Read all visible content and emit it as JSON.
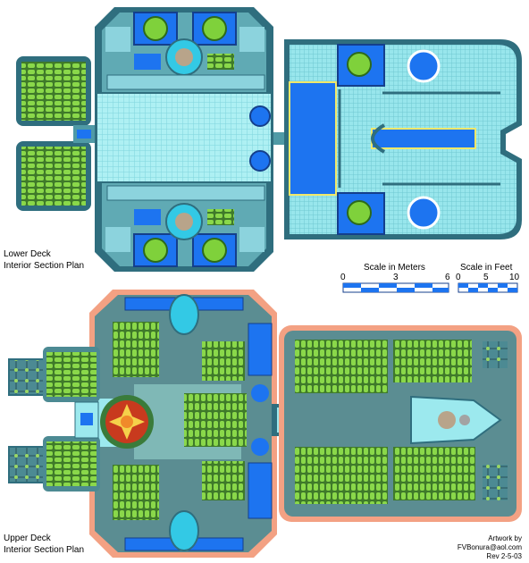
{
  "lower_deck": {
    "title": "Lower Deck",
    "subtitle": "Interior Section Plan"
  },
  "upper_deck": {
    "title": "Upper Deck",
    "subtitle": "Interior Section Plan"
  },
  "scale_meters": {
    "label": "Scale in Meters",
    "ticks": [
      "0",
      "3",
      "6"
    ]
  },
  "scale_feet": {
    "label": "Scale in Feet",
    "ticks": [
      "0",
      "5",
      "10"
    ]
  },
  "credits": {
    "line1": "Artwork by",
    "line2": "FVBonura@aol.com",
    "line3": "Rev 2-5-03"
  },
  "colors": {
    "hull_dark": "#2f6e7e",
    "hull_mid": "#4f9aa6",
    "floor_light": "#9ce9ee",
    "floor_grid": "#bff4f6",
    "water_blue": "#1d74f0",
    "bench_green": "#7fd13b",
    "bench_dark": "#2d6a1a",
    "upper_rim": "#f3a183",
    "upper_hull": "#5b8d92",
    "reactor_red": "#c83a1e",
    "cyan_accent": "#33c9e5"
  }
}
